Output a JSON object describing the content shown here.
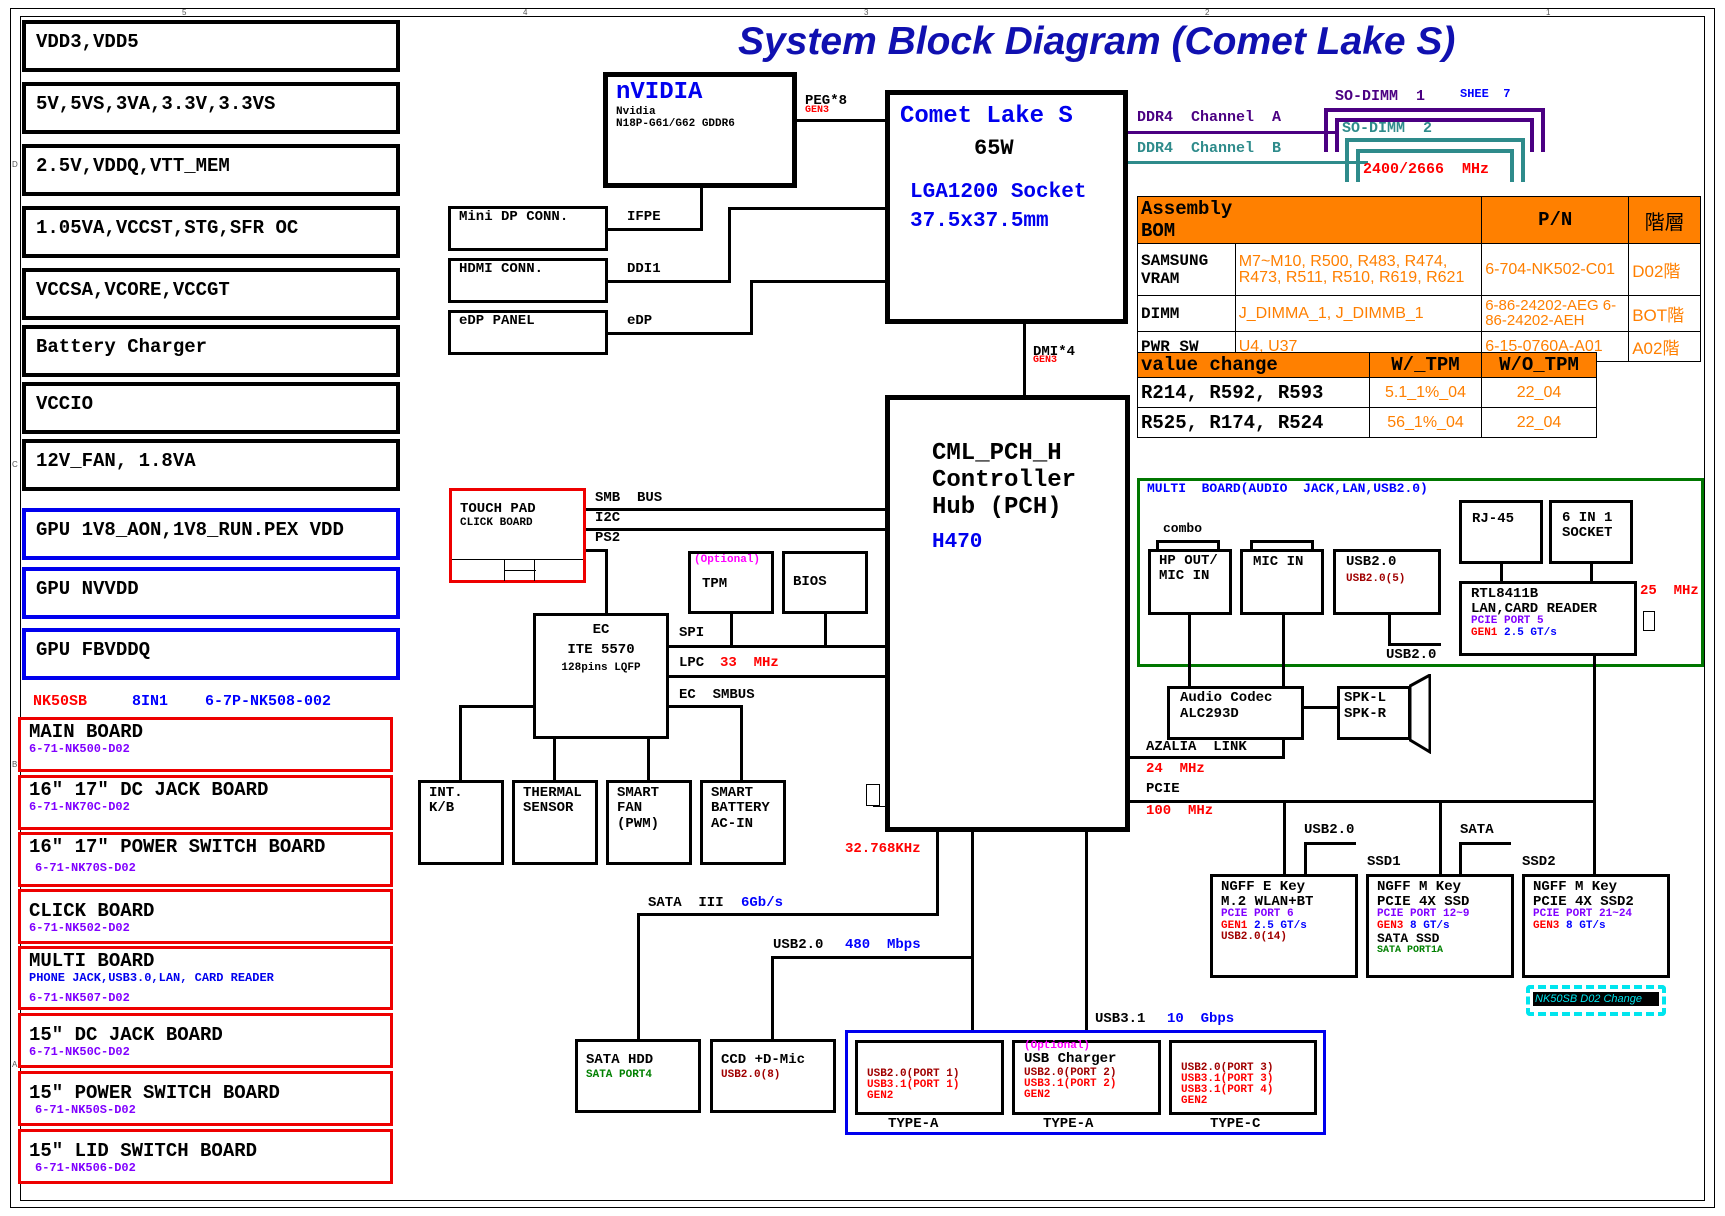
{
  "title": "System Block Diagram (Comet Lake S)",
  "frame": {
    "col_ticks": [
      "5",
      "4",
      "3",
      "2",
      "1"
    ],
    "row_ticks": [
      "D",
      "C",
      "B",
      "A"
    ]
  },
  "power_rails": [
    {
      "label": "VDD3,VDD5",
      "color": "black"
    },
    {
      "label": "5V,5VS,3VA,3.3V,3.3VS",
      "color": "black"
    },
    {
      "label": "2.5V,VDDQ,VTT_MEM",
      "color": "black"
    },
    {
      "label": "1.05VA,VCCST,STG,SFR OC",
      "color": "black"
    },
    {
      "label": "VCCSA,VCORE,VCCGT",
      "color": "black"
    },
    {
      "label": "Battery  Charger",
      "color": "black"
    },
    {
      "label": "VCCIO",
      "color": "black"
    },
    {
      "label": "12V_FAN,  1.8VA",
      "color": "black"
    },
    {
      "label": "GPU  1V8_AON,1V8_RUN.PEX VDD",
      "color": "blue"
    },
    {
      "label": "GPU  NVVDD",
      "color": "blue"
    },
    {
      "label": "GPU  FBVDDQ",
      "color": "blue"
    }
  ],
  "board_info": {
    "model": "NK50SB",
    "reader": "8IN1",
    "pn": "6-7P-NK508-002"
  },
  "boards": [
    {
      "name": "MAIN  BOARD",
      "sub": "",
      "code": "6-71-NK500-D02"
    },
    {
      "name": "16\"  17\"  DC  JACK  BOARD",
      "sub": "",
      "code": "6-71-NK70C-D02"
    },
    {
      "name": "16\"  17\"  POWER  SWITCH  BOARD",
      "sub": "",
      "code": "6-71-NK70S-D02"
    },
    {
      "name": "CLICK  BOARD",
      "sub": "",
      "code": "6-71-NK502-D02"
    },
    {
      "name": "MULTI  BOARD",
      "sub": "PHONE  JACK,USB3.0,LAN,  CARD  READER",
      "code": "6-71-NK507-D02"
    },
    {
      "name": "15\"  DC  JACK  BOARD",
      "sub": "",
      "code": "6-71-NK50C-D02"
    },
    {
      "name": "15\"  POWER  SWITCH  BOARD",
      "sub": "",
      "code": "6-71-NK50S-D02"
    },
    {
      "name": "15\"  LID  SWITCH  BOARD",
      "sub": "",
      "code": "6-71-NK506-D02"
    }
  ],
  "gpu": {
    "brand": "nVIDIA",
    "vendor": "Nvidia",
    "model": "N18P-G61/G62  GDDR6",
    "link": "PEG*8",
    "link_gen": "GEN3"
  },
  "display": [
    {
      "name": "Mini  DP  CONN.",
      "bus": "IFPE"
    },
    {
      "name": "HDMI  CONN.",
      "bus": "DDI1"
    },
    {
      "name": "eDP  PANEL",
      "bus": "eDP"
    }
  ],
  "cpu": {
    "name": "Comet  Lake  S",
    "tdp": "65W",
    "socket": "LGA1200  Socket",
    "size": "37.5x37.5mm"
  },
  "memory": {
    "channel_a": "DDR4  Channel  A",
    "channel_b": "DDR4  Channel  B",
    "dimm1": "SO-DIMM  1",
    "dimm2": "SO-DIMM  2",
    "sheet": "SHEE  7",
    "speed": "2400/2666  MHz"
  },
  "dmi": {
    "label": "DMI*4",
    "gen": "GEN3"
  },
  "assembly_bom": {
    "headers": [
      "Assembly  BOM",
      "P/N",
      "階層"
    ],
    "rows": [
      {
        "item": "SAMSUNG VRAM",
        "parts": "M7~M10, R500, R483, R474, R473, R511, R510, R619, R621",
        "pn": "6-704-NK502-C01",
        "level": "D02階"
      },
      {
        "item": "DIMM",
        "parts": "J_DIMMA_1, J_DIMMB_1",
        "pn": "6-86-24202-AEG 6-86-24202-AEH",
        "level": "BOT階"
      },
      {
        "item": "PWR  SW",
        "parts": "U4, U37",
        "pn": "6-15-0760A-A01",
        "level": "A02階"
      }
    ]
  },
  "value_change": {
    "headers": [
      "value  change",
      "W/_TPM",
      "W/O_TPM"
    ],
    "rows": [
      {
        "parts": "R214,  R592,  R593",
        "with_tpm": "5.1_1%_04",
        "without_tpm": "22_04"
      },
      {
        "parts": "R525,  R174,  R524",
        "with_tpm": "56_1%_04",
        "without_tpm": "22_04"
      }
    ]
  },
  "pch": {
    "line1": "CML_PCH_H",
    "line2": "Controller",
    "line3": "Hub  (PCH)",
    "chipset": "H470"
  },
  "touchpad": {
    "line1": "TOUCH  PAD",
    "line2": "CLICK  BOARD",
    "buses": [
      "SMB  BUS",
      "I2C",
      "PS2"
    ]
  },
  "tpm": {
    "tag": "(Optional)",
    "name": "TPM"
  },
  "bios": {
    "name": "BIOS"
  },
  "ec": {
    "title": "EC",
    "chip": "ITE  5570",
    "pkg": "128pins  LQFP",
    "spi": "SPI",
    "lpc": "LPC",
    "lpc_speed": "33  MHz",
    "smbus": "EC  SMBUS"
  },
  "ec_devices": [
    {
      "lines": [
        "INT.",
        "K/B"
      ]
    },
    {
      "lines": [
        "THERMAL",
        "SENSOR"
      ]
    },
    {
      "lines": [
        "SMART",
        "FAN",
        "(PWM)"
      ]
    },
    {
      "lines": [
        "SMART",
        "BATTERY",
        "AC-IN"
      ]
    }
  ],
  "rtc": {
    "freq": "32.768KHz"
  },
  "multi_board": {
    "title": "MULTI  BOARD(AUDIO  JACK,LAN,USB2.0)",
    "combo": "combo",
    "hp": [
      "HP  OUT/",
      "MIC  IN"
    ],
    "mic": "MIC  IN",
    "usb_title": "USB2.0",
    "usb_port": "USB2.0(5)",
    "usb_link": "USB2.0",
    "rj45": "RJ-45",
    "card": [
      "6  IN  1",
      "SOCKET"
    ],
    "rtl": [
      "RTL8411B",
      "LAN,CARD  READER"
    ],
    "rtl_port": "PCIE  PORT  5",
    "rtl_gen": "GEN1",
    "rtl_speed": "2.5  GT/s",
    "rtl_clock": "25  MHz"
  },
  "audio": {
    "codec": "Audio  Codec",
    "chip": "ALC293D",
    "spk_l": "SPK-L",
    "spk_r": "SPK-R",
    "link": "AZALIA  LINK",
    "link_speed": "24  MHz"
  },
  "pcie": {
    "label": "PCIE",
    "speed": "100  MHz"
  },
  "ngff": [
    {
      "slot": "",
      "link_label": "USB2.0",
      "l1": "NGFF  E  Key",
      "l2": "M.2  WLAN+BT",
      "port": "PCIE  PORT  6",
      "gen": "GEN1",
      "speed": "2.5  GT/s",
      "extra": "USB2.0(14)",
      "extra2": ""
    },
    {
      "slot": "SSD1",
      "link_label": "SATA",
      "l1": "NGFF  M  Key",
      "l2": "PCIE  4X  SSD",
      "port": "PCIE  PORT  12~9",
      "gen": "GEN3",
      "speed": "8  GT/s",
      "extra": "SATA  SSD",
      "extra2": "SATA  PORT1A"
    },
    {
      "slot": "SSD2",
      "link_label": "",
      "l1": "NGFF  M  Key",
      "l2": "PCIE  4X  SSD2",
      "port": "PCIE  PORT  21~24",
      "gen": "GEN3",
      "speed": "8  GT/s",
      "extra": "",
      "extra2": ""
    }
  ],
  "change_note": "NK50SB  D02  Change",
  "sata": {
    "bus": "SATA  III",
    "speed": "6Gb/s",
    "device": "SATA  HDD",
    "port": "SATA  PORT4"
  },
  "ccd": {
    "bus": "USB2.0",
    "speed": "480  Mbps",
    "device": "CCD  +D-Mic",
    "port": "USB2.0(8)"
  },
  "usb31": {
    "bus": "USB3.1",
    "speed": "10  Gbps"
  },
  "usb_ports": [
    {
      "tag": "",
      "title": "",
      "lines": [
        "USB2.0(PORT  1)",
        "USB3.1(PORT  1)",
        "GEN2"
      ],
      "type": "TYPE-A"
    },
    {
      "tag": "(Optional)",
      "title": "USB  Charger",
      "lines": [
        "USB2.0(PORT  2)",
        "USB3.1(PORT  2)",
        "GEN2"
      ],
      "type": "TYPE-A"
    },
    {
      "tag": "",
      "title": "",
      "lines": [
        "USB2.0(PORT  3)",
        "USB3.1(PORT  3)",
        "USB3.1(PORT  4)",
        "GEN2"
      ],
      "type": "TYPE-C"
    }
  ]
}
